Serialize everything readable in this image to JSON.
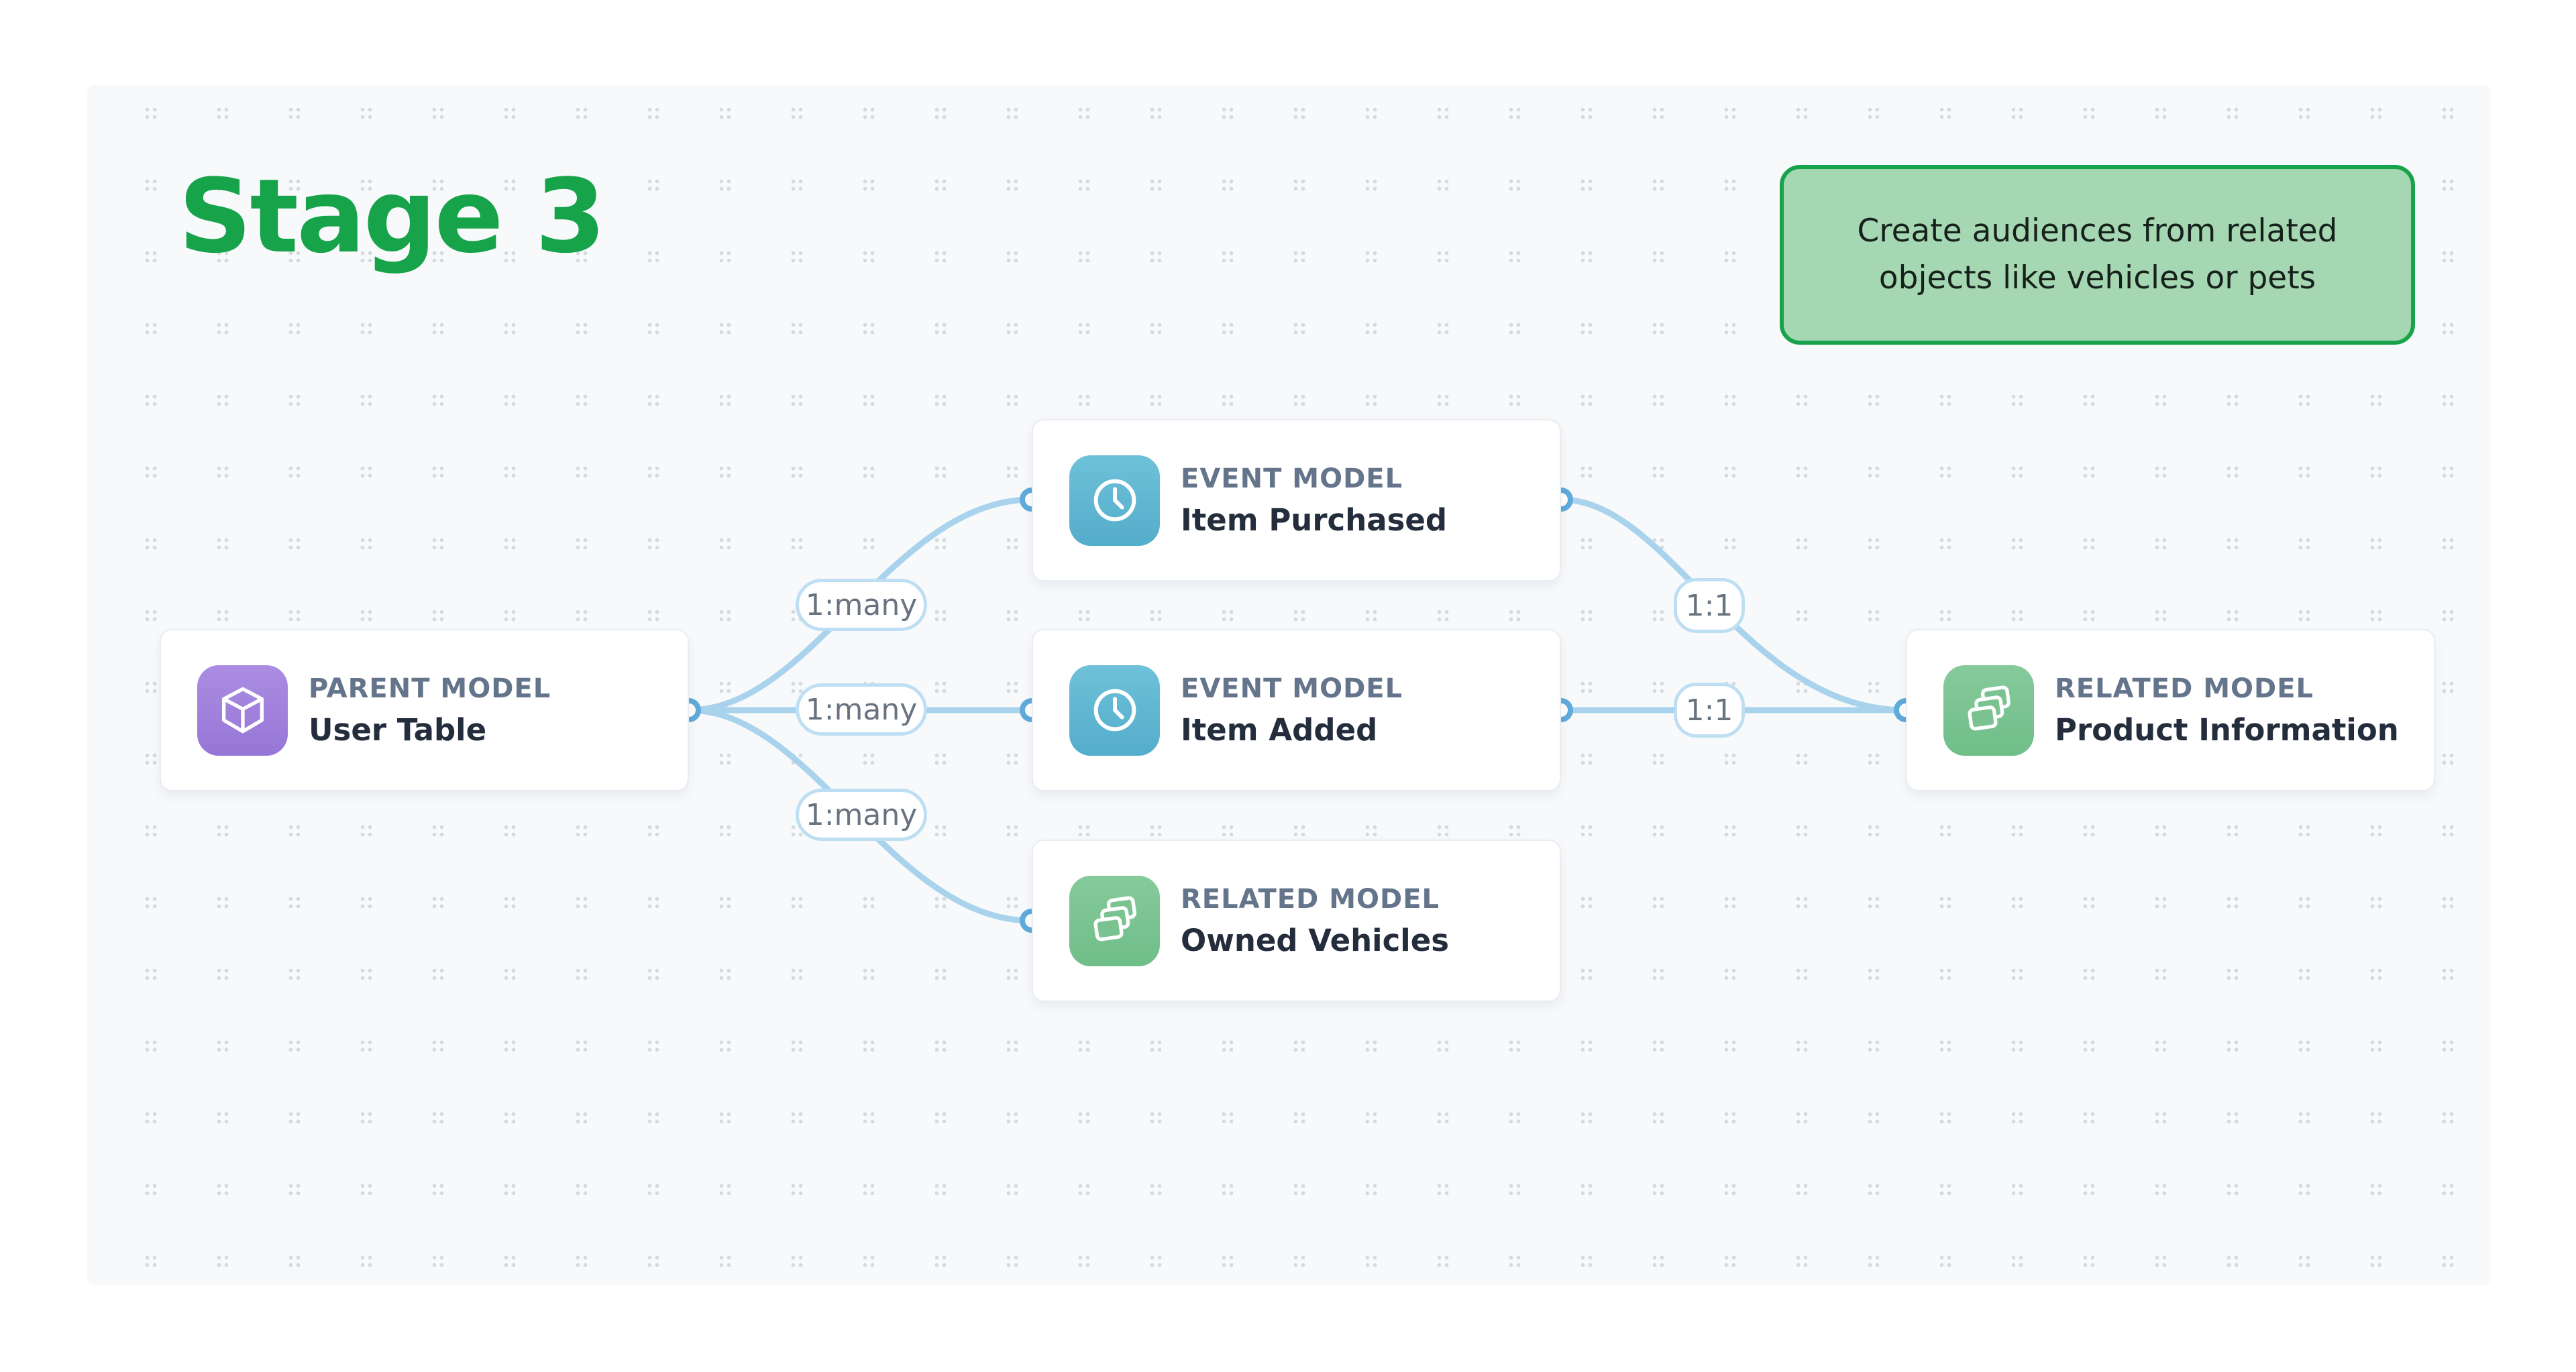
{
  "title": {
    "text": "Stage 3",
    "color": "#16a34a"
  },
  "callout": {
    "text": "Create audiences from related objects like vehicles or pets",
    "fill_color": "#a6d7b3",
    "border_color": "#16a34a"
  },
  "nodes": [
    {
      "type_label": "PARENT MODEL",
      "name": "User Table",
      "icon": "cube-icon",
      "icon_color": "#9f7fd9"
    },
    {
      "type_label": "EVENT MODEL",
      "name": "Item Purchased",
      "icon": "clock-icon",
      "icon_color": "#5fb6d2"
    },
    {
      "type_label": "EVENT MODEL",
      "name": "Item Added",
      "icon": "clock-icon",
      "icon_color": "#5fb6d2"
    },
    {
      "type_label": "RELATED MODEL",
      "name": "Owned Vehicles",
      "icon": "layers-icon",
      "icon_color": "#7ac391"
    },
    {
      "type_label": "RELATED MODEL",
      "name": "Product Information",
      "icon": "layers-icon",
      "icon_color": "#7ac391"
    }
  ],
  "edges": [
    {
      "from": "User Table",
      "to": "Item Purchased",
      "label": "1:many"
    },
    {
      "from": "User Table",
      "to": "Item Added",
      "label": "1:many"
    },
    {
      "from": "User Table",
      "to": "Owned Vehicles",
      "label": "1:many"
    },
    {
      "from": "Item Purchased",
      "to": "Product Information",
      "label": "1:1"
    },
    {
      "from": "Item Added",
      "to": "Product Information",
      "label": "1:1"
    }
  ],
  "colors": {
    "edge_line": "#a9d3ec",
    "edge_dot_ring": "#5fabdc",
    "pill_border": "#bedff3",
    "pill_text": "#68737f",
    "canvas_background": "#f7f9fb",
    "page_background": "#ffffff"
  }
}
